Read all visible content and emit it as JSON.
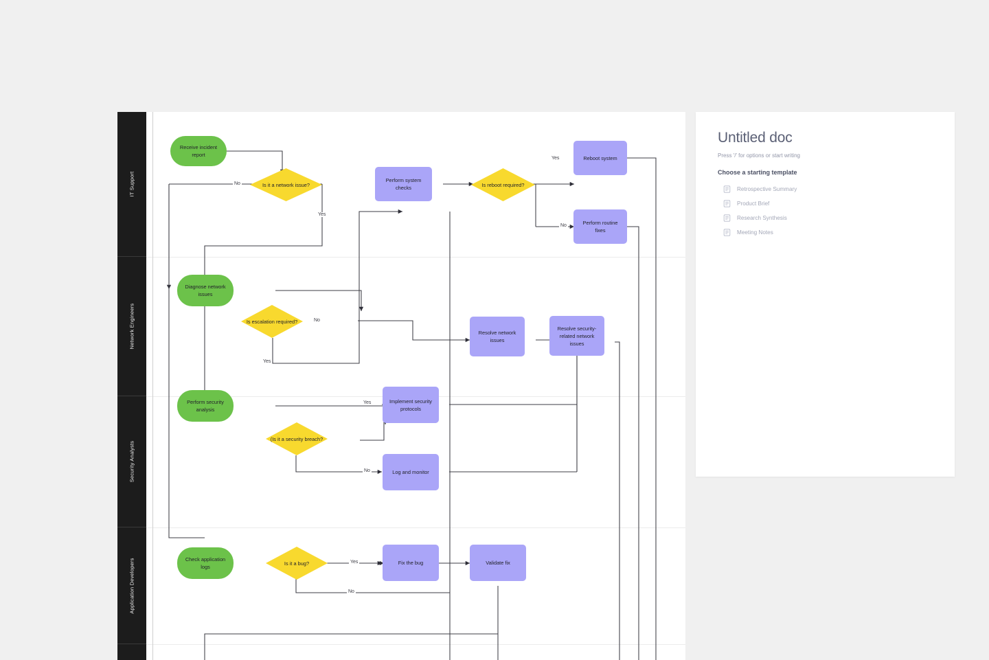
{
  "canvas": {
    "background": "#ffffff",
    "page_background": "#f0f0f0"
  },
  "colors": {
    "terminator_green": "#6cc24a",
    "decision_yellow": "#f8d92e",
    "process_purple": "#aaa5f8",
    "lane_header_dark": "#1c1c1c",
    "edge_stroke": "#3c3c44",
    "doc_title": "#5b6075",
    "doc_muted": "#a3a7b7"
  },
  "flowchart": {
    "lanes": [
      {
        "id": "it-support",
        "label": "IT Support"
      },
      {
        "id": "network-engineers",
        "label": "Network Engineers"
      },
      {
        "id": "security-analysts",
        "label": "Security Analysts"
      },
      {
        "id": "application-developers",
        "label": "Application Developers"
      },
      {
        "id": "lane-5",
        "label": ""
      }
    ],
    "nodes": [
      {
        "id": "receive-incident-report",
        "label": "Receive incident report",
        "type": "terminator",
        "lane": "it-support"
      },
      {
        "id": "is-it-a-network-issue",
        "label": "Is it a network issue?",
        "type": "decision",
        "lane": "it-support"
      },
      {
        "id": "perform-system-checks",
        "label": "Perform system checks",
        "type": "process",
        "lane": "it-support"
      },
      {
        "id": "is-reboot-required",
        "label": "Is reboot required?",
        "type": "decision",
        "lane": "it-support"
      },
      {
        "id": "reboot-system",
        "label": "Reboot system",
        "type": "process",
        "lane": "it-support"
      },
      {
        "id": "perform-routine-fixes",
        "label": "Perform routine fixes",
        "type": "process",
        "lane": "it-support"
      },
      {
        "id": "diagnose-network-issues",
        "label": "Diagnose network issues",
        "type": "terminator",
        "lane": "network-engineers"
      },
      {
        "id": "is-escalation-required",
        "label": "Is escalation required?",
        "type": "decision",
        "lane": "network-engineers"
      },
      {
        "id": "resolve-network-issues",
        "label": "Resolve network issues",
        "type": "process",
        "lane": "network-engineers"
      },
      {
        "id": "resolve-security-related-network-issues",
        "label": "Resolve security-related network issues",
        "type": "process",
        "lane": "network-engineers"
      },
      {
        "id": "perform-security-analysis",
        "label": "Perform security analysis",
        "type": "terminator",
        "lane": "security-analysts"
      },
      {
        "id": "is-it-a-security-breach",
        "label": "(Is it a security breach?",
        "type": "decision",
        "lane": "security-analysts"
      },
      {
        "id": "implement-security-protocols",
        "label": "Implement security protocols",
        "type": "process",
        "lane": "security-analysts"
      },
      {
        "id": "log-and-monitor",
        "label": "Log and monitor",
        "type": "process",
        "lane": "security-analysts"
      },
      {
        "id": "check-application-logs",
        "label": "Check application logs",
        "type": "terminator",
        "lane": "application-developers"
      },
      {
        "id": "is-it-a-bug",
        "label": "Is it a bug?",
        "type": "decision",
        "lane": "application-developers"
      },
      {
        "id": "fix-the-bug",
        "label": "Fix the bug",
        "type": "process",
        "lane": "application-developers"
      },
      {
        "id": "validate-fix",
        "label": "Validate fix",
        "type": "process",
        "lane": "application-developers"
      }
    ],
    "edge_labels": [
      {
        "id": "network-issue-no",
        "text": "No"
      },
      {
        "id": "network-issue-yes",
        "text": "Yes"
      },
      {
        "id": "reboot-yes",
        "text": "Yes"
      },
      {
        "id": "reboot-no",
        "text": "No"
      },
      {
        "id": "escalation-no",
        "text": "No"
      },
      {
        "id": "escalation-yes",
        "text": "Yes"
      },
      {
        "id": "breach-yes",
        "text": "Yes"
      },
      {
        "id": "breach-no",
        "text": "No"
      },
      {
        "id": "bug-yes",
        "text": "Yes"
      },
      {
        "id": "bug-no",
        "text": "No"
      }
    ]
  },
  "doc_panel": {
    "title": "Untitled doc",
    "hint": "Press '/' for options or start writing",
    "templates_heading": "Choose a starting template",
    "templates": [
      {
        "id": "retrospective-summary",
        "label": "Retrospective Summary",
        "icon": "document-icon"
      },
      {
        "id": "product-brief",
        "label": "Product Brief",
        "icon": "document-icon"
      },
      {
        "id": "research-synthesis",
        "label": "Research Synthesis",
        "icon": "document-icon"
      },
      {
        "id": "meeting-notes",
        "label": "Meeting Notes",
        "icon": "document-icon"
      }
    ]
  }
}
